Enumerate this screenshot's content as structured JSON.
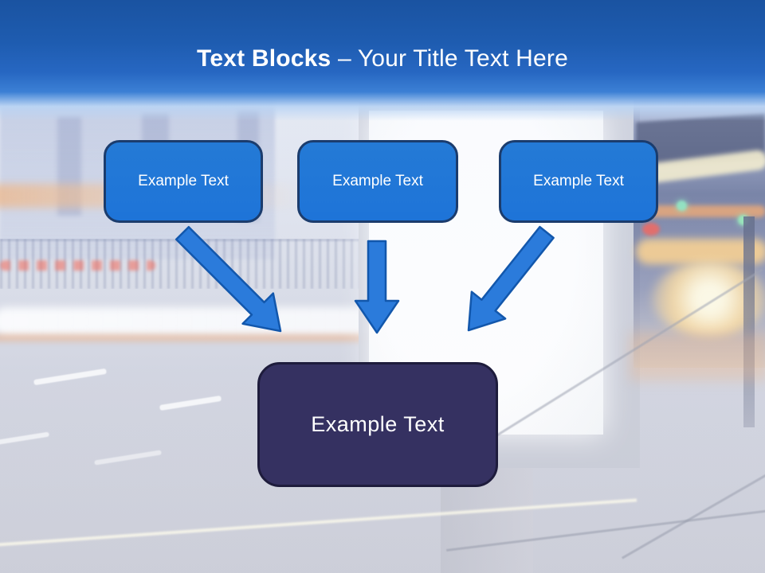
{
  "slide": {
    "title": {
      "bold": "Text Blocks",
      "rest": " – Your Title Text Here"
    },
    "text_blocks": [
      {
        "label": "Example Text"
      },
      {
        "label": "Example Text"
      },
      {
        "label": "Example Text"
      }
    ],
    "result_block": {
      "label": "Example Text"
    },
    "colors": {
      "header_top": "#1a53a1",
      "header_bottom": "#3c80d5",
      "block_fill": "#1e76d9",
      "block_border": "#1b3c6d",
      "result_fill": "#353161",
      "result_border": "#1e1c3c",
      "arrow_fill": "#2b7bdb",
      "arrow_stroke": "#1257ac",
      "title_color": "#ffffff"
    }
  }
}
